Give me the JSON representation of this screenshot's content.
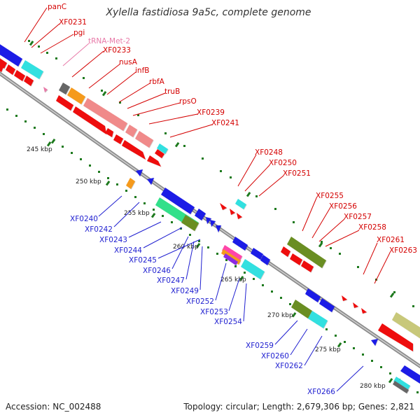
{
  "title": "Xylella fastidiosa 9a5c, complete genome",
  "footer": {
    "accession": "Accession: NC_002488",
    "topology": "Topology: circular; Length: 2,679,306 bp; Genes: 2,821"
  },
  "colors": {
    "backbone": "#8c8c8c",
    "ticks": "#1e7a1e",
    "forward_label": "#d40000",
    "reverse_label": "#1f1fd0",
    "trna_label": "#e87aa8",
    "cds": "#ee1111",
    "cog_blue": "#1a1ae6",
    "cog_cyan": "#33e0e0",
    "cog_salmon": "#f08a8a",
    "cog_olive": "#6b8e23",
    "cog_orange": "#f59a1a",
    "cog_green": "#33e08a",
    "cog_khaki": "#c8c87a",
    "cog_grey": "#666666",
    "cog_purple": "#8a2be2",
    "cog_pink": "#ff44aa"
  },
  "kbp_ticks": [
    "245 kbp",
    "250 kbp",
    "255 kbp",
    "260 kbp",
    "265 kbp",
    "270 kbp",
    "275 kbp",
    "280 kbp"
  ],
  "forward_genes": [
    {
      "label": "panC",
      "icon": "forward-arrow",
      "color": "red"
    },
    {
      "label": "XF0231",
      "icon": "forward-arrow",
      "color": "red"
    },
    {
      "label": "pgi",
      "icon": "forward-arrow",
      "color": "red"
    },
    {
      "label": "tRNA-Met-2",
      "icon": "trna-marker",
      "color": "pink"
    },
    {
      "label": "XF0233",
      "icon": "forward-arrow",
      "color": "red"
    },
    {
      "label": "nusA",
      "icon": "forward-arrow",
      "color": "red"
    },
    {
      "label": "infB",
      "icon": "forward-arrow",
      "color": "red"
    },
    {
      "label": "rbfA",
      "icon": "forward-arrow",
      "color": "red"
    },
    {
      "label": "truB",
      "icon": "forward-arrow",
      "color": "red"
    },
    {
      "label": "rpsO",
      "icon": "forward-arrow",
      "color": "red"
    },
    {
      "label": "XF0239",
      "icon": "forward-arrow",
      "color": "red"
    },
    {
      "label": "XF0241",
      "icon": "forward-arrow",
      "color": "red"
    },
    {
      "label": "XF0248",
      "icon": "forward-arrow",
      "color": "red"
    },
    {
      "label": "XF0250",
      "icon": "forward-arrow",
      "color": "red"
    },
    {
      "label": "XF0251",
      "icon": "forward-arrow",
      "color": "red"
    },
    {
      "label": "XF0255",
      "icon": "forward-arrow",
      "color": "red"
    },
    {
      "label": "XF0256",
      "icon": "forward-arrow",
      "color": "red"
    },
    {
      "label": "XF0257",
      "icon": "forward-arrow",
      "color": "red"
    },
    {
      "label": "XF0258",
      "icon": "forward-arrow",
      "color": "red"
    },
    {
      "label": "XF0261",
      "icon": "forward-arrow",
      "color": "red"
    },
    {
      "label": "XF0263",
      "icon": "forward-arrow",
      "color": "red"
    }
  ],
  "reverse_genes": [
    {
      "label": "XF0240",
      "icon": "reverse-arrow",
      "color": "blue"
    },
    {
      "label": "XF0242",
      "icon": "reverse-arrow",
      "color": "blue"
    },
    {
      "label": "XF0243",
      "icon": "reverse-arrow",
      "color": "blue"
    },
    {
      "label": "XF0244",
      "icon": "reverse-arrow",
      "color": "blue"
    },
    {
      "label": "XF0245",
      "icon": "reverse-arrow",
      "color": "blue"
    },
    {
      "label": "XF0246",
      "icon": "reverse-arrow",
      "color": "blue"
    },
    {
      "label": "XF0247",
      "icon": "reverse-arrow",
      "color": "blue"
    },
    {
      "label": "XF0249",
      "icon": "reverse-arrow",
      "color": "blue"
    },
    {
      "label": "XF0252",
      "icon": "reverse-arrow",
      "color": "blue"
    },
    {
      "label": "XF0253",
      "icon": "reverse-arrow",
      "color": "blue"
    },
    {
      "label": "XF0254",
      "icon": "reverse-arrow",
      "color": "blue"
    },
    {
      "label": "XF0259",
      "icon": "reverse-arrow",
      "color": "blue"
    },
    {
      "label": "XF0260",
      "icon": "reverse-arrow",
      "color": "blue"
    },
    {
      "label": "XF0262",
      "icon": "reverse-arrow",
      "color": "blue"
    },
    {
      "label": "XF0266",
      "icon": "reverse-arrow",
      "color": "blue"
    }
  ]
}
